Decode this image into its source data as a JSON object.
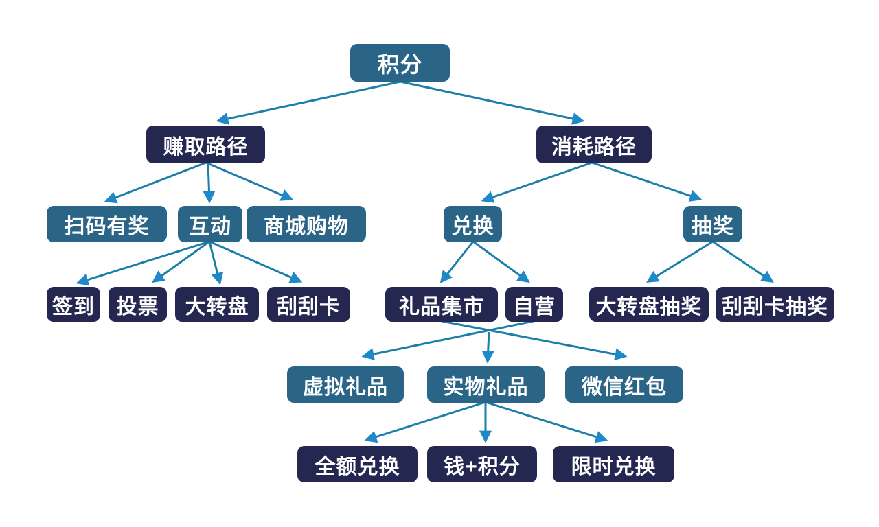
{
  "diagram_type": "tree-flowchart",
  "colors": {
    "canvas_bg": "#ffffff",
    "node_blue": "#2a6486",
    "node_navy": "#242850",
    "edge_line": "#1b7fa8",
    "edge_arrow": "#1e88c9",
    "node_text": "#ffffff"
  },
  "nodes": {
    "points": {
      "label": "积分",
      "style": "blue"
    },
    "earn_path": {
      "label": "赚取路径",
      "style": "navy"
    },
    "consume_path": {
      "label": "消耗路径",
      "style": "navy"
    },
    "scan_reward": {
      "label": "扫码有奖",
      "style": "blue"
    },
    "interaction": {
      "label": "互动",
      "style": "blue"
    },
    "mall_shopping": {
      "label": "商城购物",
      "style": "blue"
    },
    "exchange": {
      "label": "兑换",
      "style": "blue"
    },
    "lottery": {
      "label": "抽奖",
      "style": "blue"
    },
    "sign_in": {
      "label": "签到",
      "style": "navy"
    },
    "vote": {
      "label": "投票",
      "style": "navy"
    },
    "big_wheel": {
      "label": "大转盘",
      "style": "navy"
    },
    "scratch_card": {
      "label": "刮刮卡",
      "style": "navy"
    },
    "gift_market": {
      "label": "礼品集市",
      "style": "navy"
    },
    "self_operated": {
      "label": "自营",
      "style": "navy"
    },
    "big_wheel_lottery": {
      "label": "大转盘抽奖",
      "style": "navy"
    },
    "scratch_card_lottery": {
      "label": "刮刮卡抽奖",
      "style": "navy"
    },
    "virtual_gift": {
      "label": "虚拟礼品",
      "style": "blue"
    },
    "physical_gift": {
      "label": "实物礼品",
      "style": "blue"
    },
    "wechat_red_packet": {
      "label": "微信红包",
      "style": "blue"
    },
    "full_redeem": {
      "label": "全额兑换",
      "style": "navy"
    },
    "money_plus_points": {
      "label": "钱+积分",
      "style": "navy"
    },
    "limited_time_redeem": {
      "label": "限时兑换",
      "style": "navy"
    }
  },
  "hierarchy": [
    {
      "from": "points",
      "to": "earn_path"
    },
    {
      "from": "points",
      "to": "consume_path"
    },
    {
      "from": "earn_path",
      "to": "scan_reward"
    },
    {
      "from": "earn_path",
      "to": "interaction"
    },
    {
      "from": "earn_path",
      "to": "mall_shopping"
    },
    {
      "from": "interaction",
      "to": "sign_in"
    },
    {
      "from": "interaction",
      "to": "vote"
    },
    {
      "from": "interaction",
      "to": "big_wheel"
    },
    {
      "from": "interaction",
      "to": "scratch_card"
    },
    {
      "from": "consume_path",
      "to": "exchange"
    },
    {
      "from": "consume_path",
      "to": "lottery"
    },
    {
      "from": "exchange",
      "to": "gift_market"
    },
    {
      "from": "exchange",
      "to": "self_operated"
    },
    {
      "from": "lottery",
      "to": "big_wheel_lottery"
    },
    {
      "from": "lottery",
      "to": "scratch_card_lottery"
    },
    {
      "from": "gift_market",
      "to": "virtual_gift"
    },
    {
      "from": "gift_market",
      "to": "physical_gift"
    },
    {
      "from": "gift_market",
      "to": "wechat_red_packet"
    },
    {
      "from": "self_operated",
      "to": "virtual_gift"
    },
    {
      "from": "self_operated",
      "to": "physical_gift"
    },
    {
      "from": "self_operated",
      "to": "wechat_red_packet"
    },
    {
      "from": "physical_gift",
      "to": "full_redeem"
    },
    {
      "from": "physical_gift",
      "to": "money_plus_points"
    },
    {
      "from": "physical_gift",
      "to": "limited_time_redeem"
    }
  ]
}
